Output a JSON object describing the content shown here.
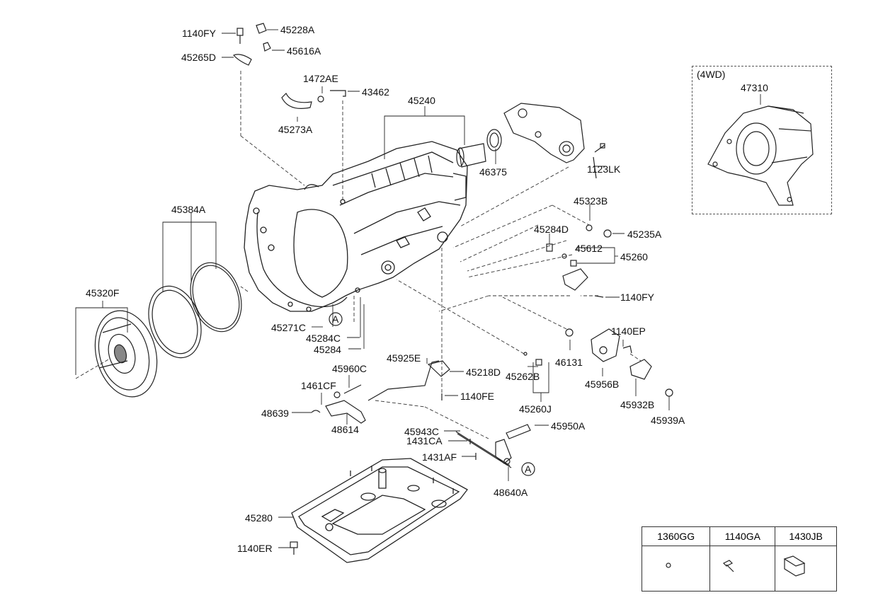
{
  "inset": {
    "title": "(4WD)",
    "part": "47310"
  },
  "labels": {
    "p1140FY_top": "1140FY",
    "p45228A": "45228A",
    "p45265D": "45265D",
    "p45616A": "45616A",
    "p1472AE": "1472AE",
    "p43462": "43462",
    "p45273A": "45273A",
    "p45240": "45240",
    "p46375": "46375",
    "p1123LK": "1123LK",
    "p45384A": "45384A",
    "p45323B": "45323B",
    "p45235A": "45235A",
    "p45284D": "45284D",
    "p45612": "45612",
    "p45260": "45260",
    "p1140FY_mid": "1140FY",
    "p45320F": "45320F",
    "p45271C": "45271C",
    "p45284C": "45284C",
    "p45284": "45284",
    "p1140EP": "1140EP",
    "p46131": "46131",
    "p45925E": "45925E",
    "p45218D": "45218D",
    "p45262B": "45262B",
    "p45960C": "45960C",
    "p45956B": "45956B",
    "p1461CF": "1461CF",
    "p1140FE": "1140FE",
    "p45260J": "45260J",
    "p45932B": "45932B",
    "p48639": "48639",
    "p45939A": "45939A",
    "p48614": "48614",
    "p45950A": "45950A",
    "p45943C": "45943C",
    "p1431CA": "1431CA",
    "p1431AF": "1431AF",
    "p48640A": "48640A",
    "p45280": "45280",
    "p1140ER": "1140ER",
    "markA1": "A",
    "markA2": "A"
  },
  "legend": {
    "headers": [
      "1360GG",
      "1140GA",
      "1430JB"
    ]
  }
}
